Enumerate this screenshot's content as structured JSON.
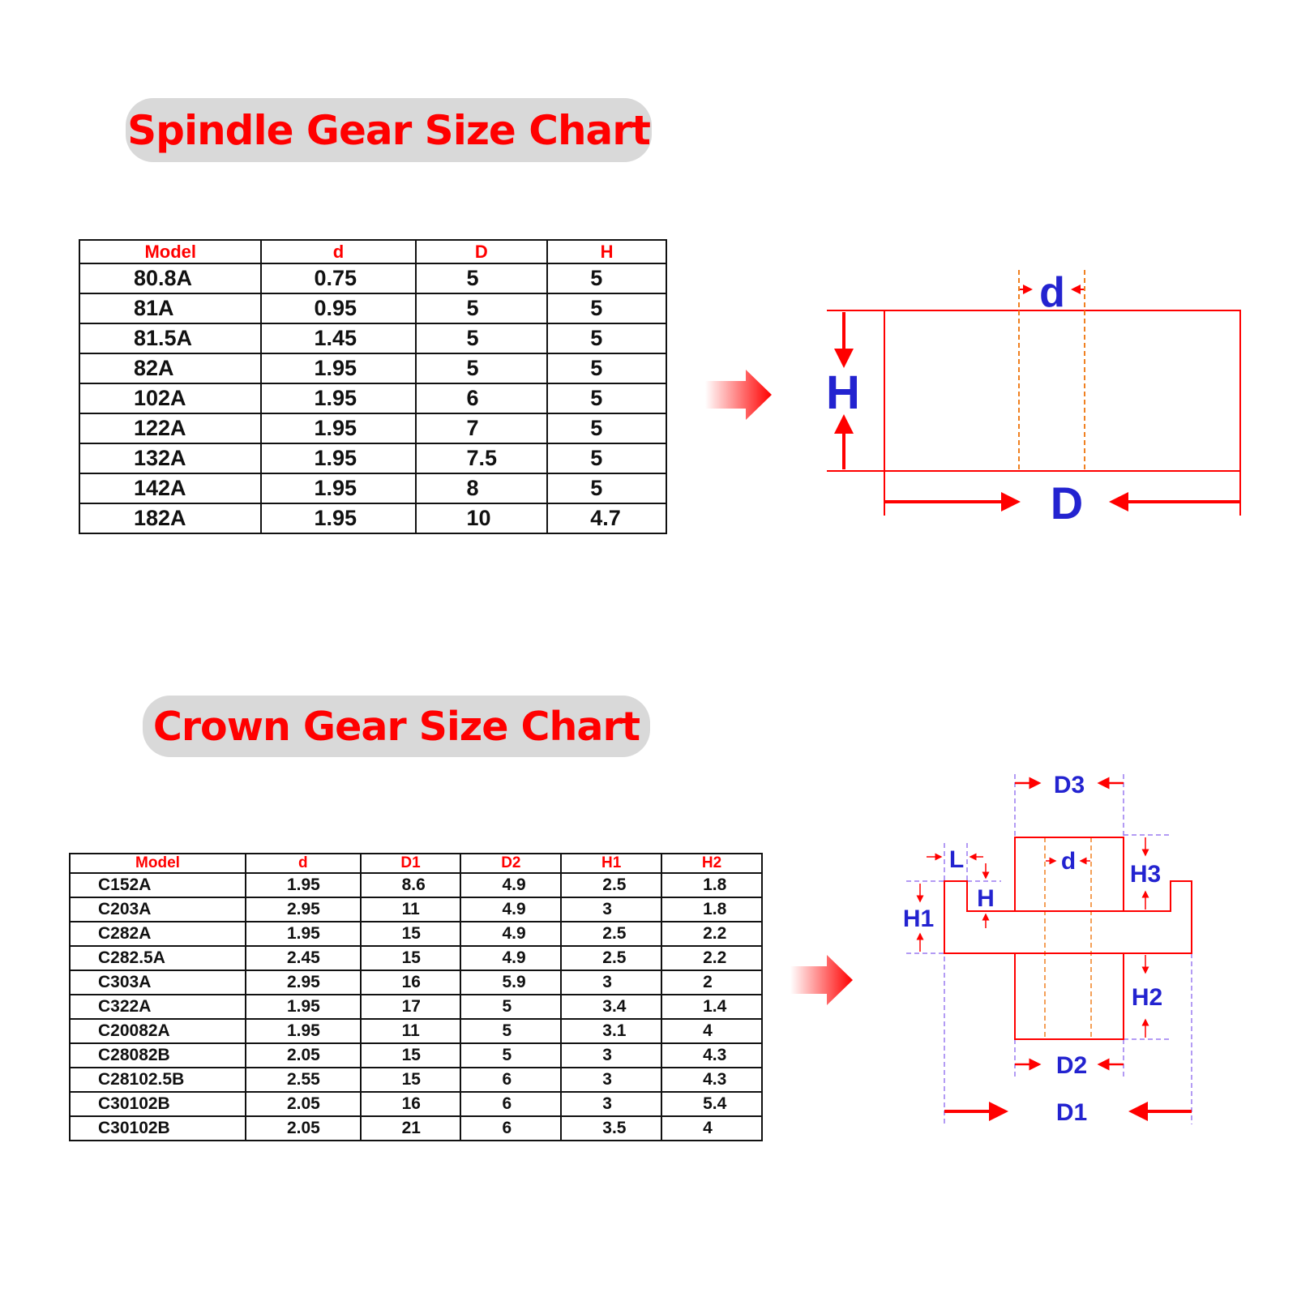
{
  "spindle": {
    "title": "Spindle Gear Size Chart",
    "headers": [
      "Model",
      "d",
      "D",
      "H"
    ],
    "rows": [
      [
        "80.8A",
        "0.75",
        "5",
        "5"
      ],
      [
        "81A",
        "0.95",
        "5",
        "5"
      ],
      [
        "81.5A",
        "1.45",
        "5",
        "5"
      ],
      [
        "82A",
        "1.95",
        "5",
        "5"
      ],
      [
        "102A",
        "1.95",
        "6",
        "5"
      ],
      [
        "122A",
        "1.95",
        "7",
        "5"
      ],
      [
        "132A",
        "1.95",
        "7.5",
        "5"
      ],
      [
        "142A",
        "1.95",
        "8",
        "5"
      ],
      [
        "182A",
        "1.95",
        "10",
        "4.7"
      ]
    ],
    "diagram": {
      "d": "d",
      "H": "H",
      "D": "D"
    }
  },
  "crown": {
    "title": "Crown Gear Size Chart",
    "headers": [
      "Model",
      "d",
      "D1",
      "D2",
      "H1",
      "H2"
    ],
    "rows": [
      [
        "C152A",
        "1.95",
        "8.6",
        "4.9",
        "2.5",
        "1.8"
      ],
      [
        "C203A",
        "2.95",
        "11",
        "4.9",
        "3",
        "1.8"
      ],
      [
        "C282A",
        "1.95",
        "15",
        "4.9",
        "2.5",
        "2.2"
      ],
      [
        "C282.5A",
        "2.45",
        "15",
        "4.9",
        "2.5",
        "2.2"
      ],
      [
        "C303A",
        "2.95",
        "16",
        "5.9",
        "3",
        "2"
      ],
      [
        "C322A",
        "1.95",
        "17",
        "5",
        "3.4",
        "1.4"
      ],
      [
        "C20082A",
        "1.95",
        "11",
        "5",
        "3.1",
        "4"
      ],
      [
        "C28082B",
        "2.05",
        "15",
        "5",
        "3",
        "4.3"
      ],
      [
        "C28102.5B",
        "2.55",
        "15",
        "6",
        "3",
        "4.3"
      ],
      [
        "C30102B",
        "2.05",
        "16",
        "6",
        "3",
        "5.4"
      ],
      [
        "C30102B",
        "2.05",
        "21",
        "6",
        "3.5",
        "4"
      ]
    ],
    "diagram": {
      "D3": "D3",
      "L": "L",
      "d": "d",
      "H": "H",
      "H1": "H1",
      "H3": "H3",
      "H2": "H2",
      "D2": "D2",
      "D1": "D1"
    }
  },
  "colors": {
    "accent": "#ff0000",
    "label": "#2323d0",
    "pill": "#d9d9d9"
  }
}
